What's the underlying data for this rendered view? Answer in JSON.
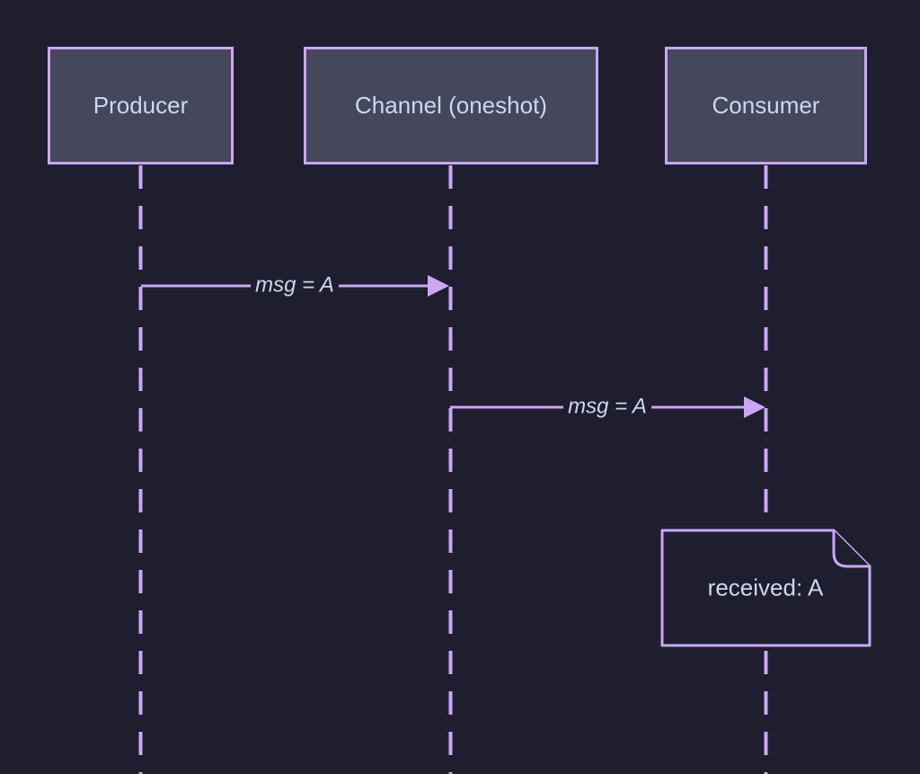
{
  "diagram": {
    "kind": "sequence-diagram",
    "theme": {
      "background": "#1e1e2e",
      "accent": "#cba6f7",
      "actor_fill": "#45475a",
      "text_color": "#cdd6f4"
    },
    "actors": [
      {
        "id": "producer",
        "label": "Producer"
      },
      {
        "id": "channel",
        "label": "Channel (oneshot)"
      },
      {
        "id": "consumer",
        "label": "Consumer"
      }
    ],
    "messages": [
      {
        "from": "Producer",
        "to": "Channel (oneshot)",
        "label": "msg = A",
        "style": "solid-arrow"
      },
      {
        "from": "Channel (oneshot)",
        "to": "Consumer",
        "label": "msg = A",
        "style": "solid-arrow"
      }
    ],
    "notes": [
      {
        "over": "Consumer",
        "label": "received: A"
      }
    ]
  }
}
